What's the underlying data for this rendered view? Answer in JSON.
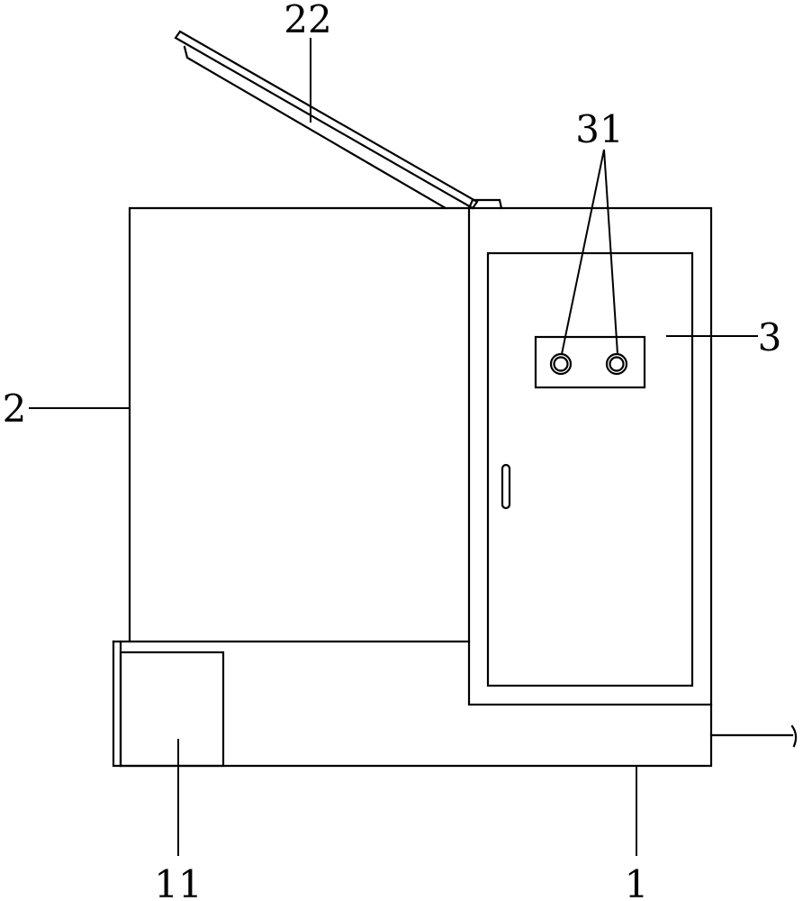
{
  "labels": {
    "lid": "22",
    "controls": "31",
    "door": "3",
    "main_body": "2",
    "drawer": "11",
    "base": "1"
  },
  "colors": {
    "stroke": "#000000",
    "background": "#ffffff"
  }
}
